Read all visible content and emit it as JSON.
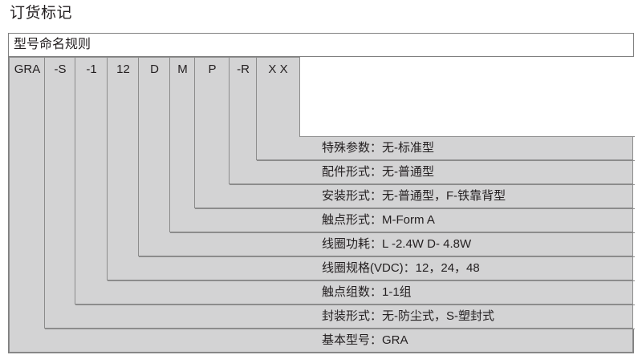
{
  "page": {
    "title": "订货标记"
  },
  "diagram": {
    "header_label": "型号命名规则",
    "codes": [
      {
        "id": "base-model",
        "text": "GRA"
      },
      {
        "id": "package-form",
        "text": "-S"
      },
      {
        "id": "contact-groups",
        "text": "-1"
      },
      {
        "id": "coil-voltage",
        "text": "12"
      },
      {
        "id": "coil-power",
        "text": "D"
      },
      {
        "id": "contact-form",
        "text": "M"
      },
      {
        "id": "mounting-form",
        "text": "P"
      },
      {
        "id": "accessory-form",
        "text": "-R"
      },
      {
        "id": "special-param",
        "text": "X X"
      }
    ],
    "descriptions": [
      {
        "id": "special-param",
        "text": "特殊参数：无-标准型"
      },
      {
        "id": "accessory-form",
        "text": "配件形式：无-普通型"
      },
      {
        "id": "mounting-form",
        "text": "安装形式：无-普通型，F-铁靠背型"
      },
      {
        "id": "contact-form",
        "text": "触点形式：M-Form A"
      },
      {
        "id": "coil-power",
        "text": "线圈功耗：L -2.4W   D- 4.8W"
      },
      {
        "id": "coil-voltage",
        "text": "线圈规格(VDC)：12，24，48"
      },
      {
        "id": "contact-groups",
        "text": "触点组数：1-1组"
      },
      {
        "id": "package-form",
        "text": "封装形式：无-防尘式，S-塑封式"
      },
      {
        "id": "base-model",
        "text": "基本型号：GRA"
      }
    ],
    "colors": {
      "bracket_fill": "#d3d3d4",
      "bracket_border": "#8c8c8c",
      "table_border": "#808080",
      "background": "#ffffff",
      "text": "#231f20"
    }
  }
}
